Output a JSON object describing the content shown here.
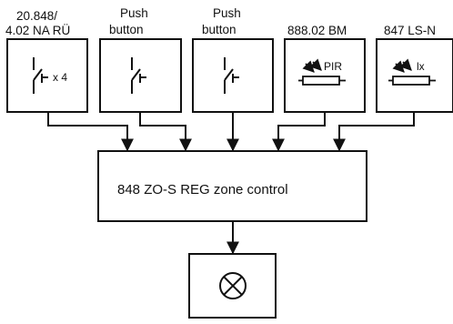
{
  "inputs": [
    {
      "label_line1": "20.848/",
      "label_line2": "4.02 NA RÜ",
      "symbol_text": "x 4",
      "symbol": "switch-contact-icon"
    },
    {
      "label_line1": "Push",
      "label_line2": "button",
      "symbol": "switch-contact-icon"
    },
    {
      "label_line1": "Push",
      "label_line2": "button",
      "symbol": "switch-contact-icon"
    },
    {
      "label_line1": "888.02 BM",
      "symbol_text": "PIR",
      "symbol": "pir-sensor-icon"
    },
    {
      "label_line1": "847 LS-N",
      "symbol_text": "lx",
      "symbol": "light-sensor-icon"
    }
  ],
  "controller": {
    "label": "848 ZO-S REG zone control"
  },
  "output": {
    "symbol": "lamp-icon"
  }
}
